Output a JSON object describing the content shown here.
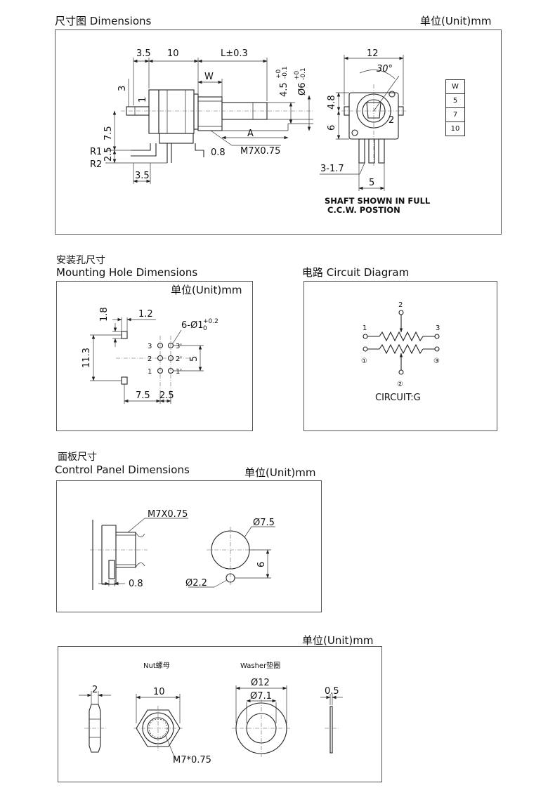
{
  "headings": {
    "dimensions": "尺寸图  Dimensions",
    "unit_top": "单位(Unit)mm",
    "mounting_cn": "安装孔尺寸",
    "mounting_en": "Mounting Hole Dimensions",
    "circuit_title": "电路 Circuit Diagram",
    "panel_cn": "面板尺寸",
    "panel_en": "Control Panel Dimensions",
    "unit_mount": "单位(Unit)mm",
    "unit_panel": "单位(Unit)mm",
    "unit_nut": "单位(Unit)mm"
  },
  "dimensions_side": {
    "d_3_5_top": "3.5",
    "d_10": "10",
    "d_L": "L±0.3",
    "d_W": "W",
    "d_3": "3",
    "d_1": "1",
    "d_7_5": "7.5",
    "d_2_5": "2.5",
    "R1": "R1",
    "R2": "R2",
    "d_3_5_bot": "3.5",
    "d_0_8": "0.8",
    "thread": "M7X0.75",
    "d_A": "A",
    "d_4_5": "4.5",
    "d_4_5_tol_up": "+0",
    "d_4_5_tol_dn": "-0.1",
    "d_6": "Ø6",
    "d_6_tol_up": "+0",
    "d_6_tol_dn": "-0.1"
  },
  "dimensions_front": {
    "d_12": "12",
    "angle": "30°",
    "d_4_8": "4.8",
    "d_6": "6",
    "pin_2": "2",
    "d_3_1_7": "3-1.7",
    "d_5": "5",
    "note_line1": "SHAFT SHOWN IN FULL",
    "note_line2": "C.C.W. POSTION"
  },
  "w_table": {
    "header": "W",
    "rows": [
      "5",
      "7",
      "10"
    ]
  },
  "mounting": {
    "d_1_8": "1.8",
    "d_1_2": "1.2",
    "holes": "6-Ø1",
    "holes_tol_up": "+0.2",
    "holes_tol_dn": "0",
    "d_11_3": "11.3",
    "d_5": "5",
    "d_7_5": "7.5",
    "d_2_5": "2.5",
    "pin_labels_left": [
      "3",
      "2",
      "1"
    ],
    "pin_labels_right": [
      "3'",
      "2'",
      "1'"
    ]
  },
  "circuit": {
    "pin1": "1",
    "pin2": "2",
    "pin3": "3",
    "pin1b": "①",
    "pin2b": "②",
    "pin3b": "③",
    "label": "CIRCUIT:G"
  },
  "control_panel": {
    "thread": "M7X0.75",
    "d_0_8": "0.8",
    "d_7_5": "Ø7.5",
    "d_6": "6",
    "d_2_2": "Ø2.2"
  },
  "nut_washer": {
    "nut_label": "Nut螺母",
    "washer_label": "Washer垫圈",
    "d_2": "2",
    "d_10": "10",
    "thread": "M7*0.75",
    "d_12": "Ø12",
    "d_7_1": "Ø7.1",
    "d_0_5": "0.5"
  }
}
